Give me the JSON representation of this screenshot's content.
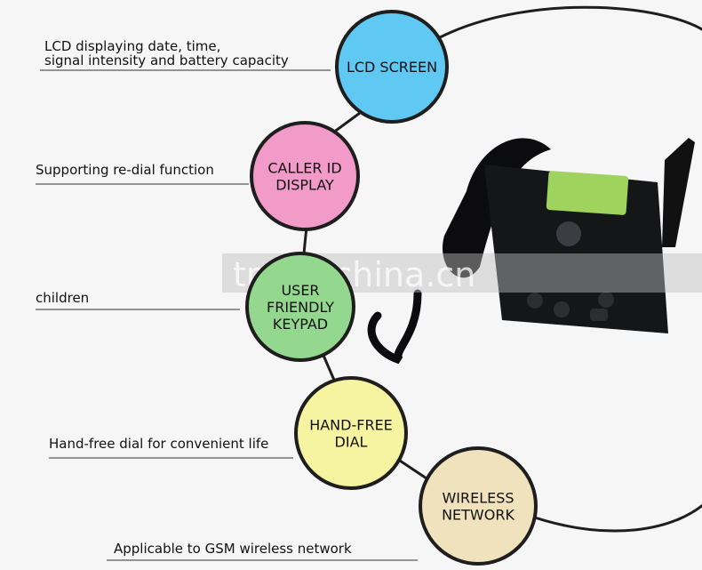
{
  "features": [
    {
      "key": "lcd",
      "label_lines": [
        "LCD SCREEN"
      ],
      "description_lines": [
        "LCD displaying date, time,",
        "signal intensity and battery capacity"
      ],
      "color": "#5fc8f3"
    },
    {
      "key": "caller",
      "label_lines": [
        "CALLER ID",
        "DISPLAY"
      ],
      "description_lines": [
        "Supporting re-dial function"
      ],
      "color": "#f29ac8"
    },
    {
      "key": "keypad",
      "label_lines": [
        "USER",
        "FRIENDLY",
        "KEYPAD"
      ],
      "description_lines": [
        "children"
      ],
      "color": "#93d88e"
    },
    {
      "key": "handfree",
      "label_lines": [
        "HAND-FREE",
        "DIAL"
      ],
      "description_lines": [
        "Hand-free dial for convenient life"
      ],
      "color": "#f6f4a0"
    },
    {
      "key": "wireless",
      "label_lines": [
        "WIRELESS",
        "NETWORK"
      ],
      "description_lines": [
        "Applicable to GSM wireless network"
      ],
      "color": "#efe2bd"
    }
  ],
  "watermark": "trade.china.cn",
  "colors": {
    "outline": "#1e1e1e",
    "phone_body": "#151618",
    "lcd": "#9fd35e",
    "ok_key": "#3a3d42"
  }
}
